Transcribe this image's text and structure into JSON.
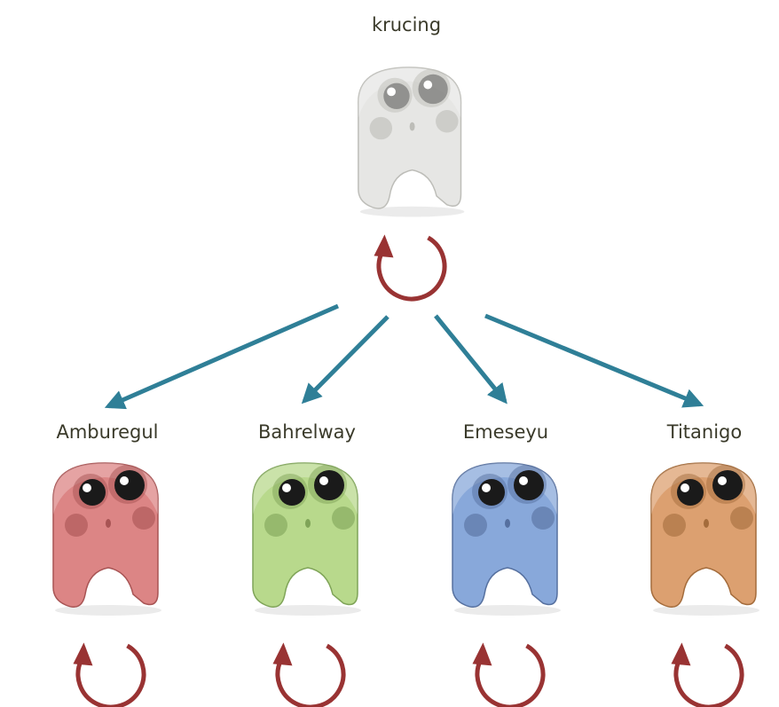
{
  "parent": {
    "name": "krucing",
    "color": "#e6e6e4",
    "dark": "#bdbdb8"
  },
  "children": [
    {
      "name": "Amburegul",
      "color": "#dc8585",
      "dark": "#a85454"
    },
    {
      "name": "Bahrelway",
      "color": "#b8d98c",
      "dark": "#7fa458"
    },
    {
      "name": "Emeseyu",
      "color": "#88a8da",
      "dark": "#56709f"
    },
    {
      "name": "Titanigo",
      "color": "#dca070",
      "dark": "#a46c3c"
    }
  ],
  "colors": {
    "arrow": "#2f7f97",
    "cycle": "#993333"
  }
}
